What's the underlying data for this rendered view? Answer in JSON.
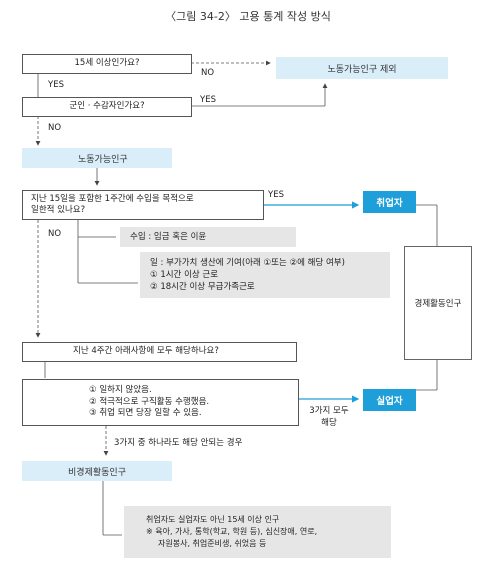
{
  "title": "〈그림 34-2〉 고용 통계 작성 방식",
  "nodes": {
    "q_age": "15세 이상인가요?",
    "excluded": "노동가능인구 제외",
    "q_soldier": "군인 · 수감자인가요?",
    "labor_pop": "노동가능인구",
    "q_work_line1": "지난 15일을 포함한 1주간에 수입을 목적으로",
    "q_work_line2": "일한적 있나요?",
    "employed": "취업자",
    "econ_active": "경제활동인구",
    "income_note": "수입 : 임금 혹은 이윤",
    "work_note_line1": "일 : 부가가치 생산에 기여(아래 ①또는 ②에 해당 여부)",
    "work_note_line2": "① 1시간 이상 근로",
    "work_note_line3": "② 18시간 이상 무급가족근로",
    "q_4weeks": "지난 4주간 아래사항에 모두 해당하나요?",
    "cond_line1": "① 일하지 않았음.",
    "cond_line2": "② 적극적으로 구직활동 수행했음.",
    "cond_line3": "③ 취업 되면 당장 일할 수 있음.",
    "unemployed": "실업자",
    "not_econ_active": "비경제활동인구",
    "nea_line1": "취업자도 실업자도 아닌 15세 이상 인구",
    "nea_line2": "※ 육아, 가사, 통학(학교, 학원 등), 심신장애, 연로,",
    "nea_line3": "자원봉사, 취업준비생, 쉬었음 등"
  },
  "labels": {
    "yes": "YES",
    "no": "NO",
    "all3_line1": "3가지 모두",
    "all3_line2": "해당",
    "none_of_3": "3가지 중 하나라도 해당 안되는 경우"
  },
  "colors": {
    "light_blue": "#d9eef9",
    "strong_blue": "#1e9fd9",
    "gray": "#e6e6e6",
    "line": "#555555"
  }
}
